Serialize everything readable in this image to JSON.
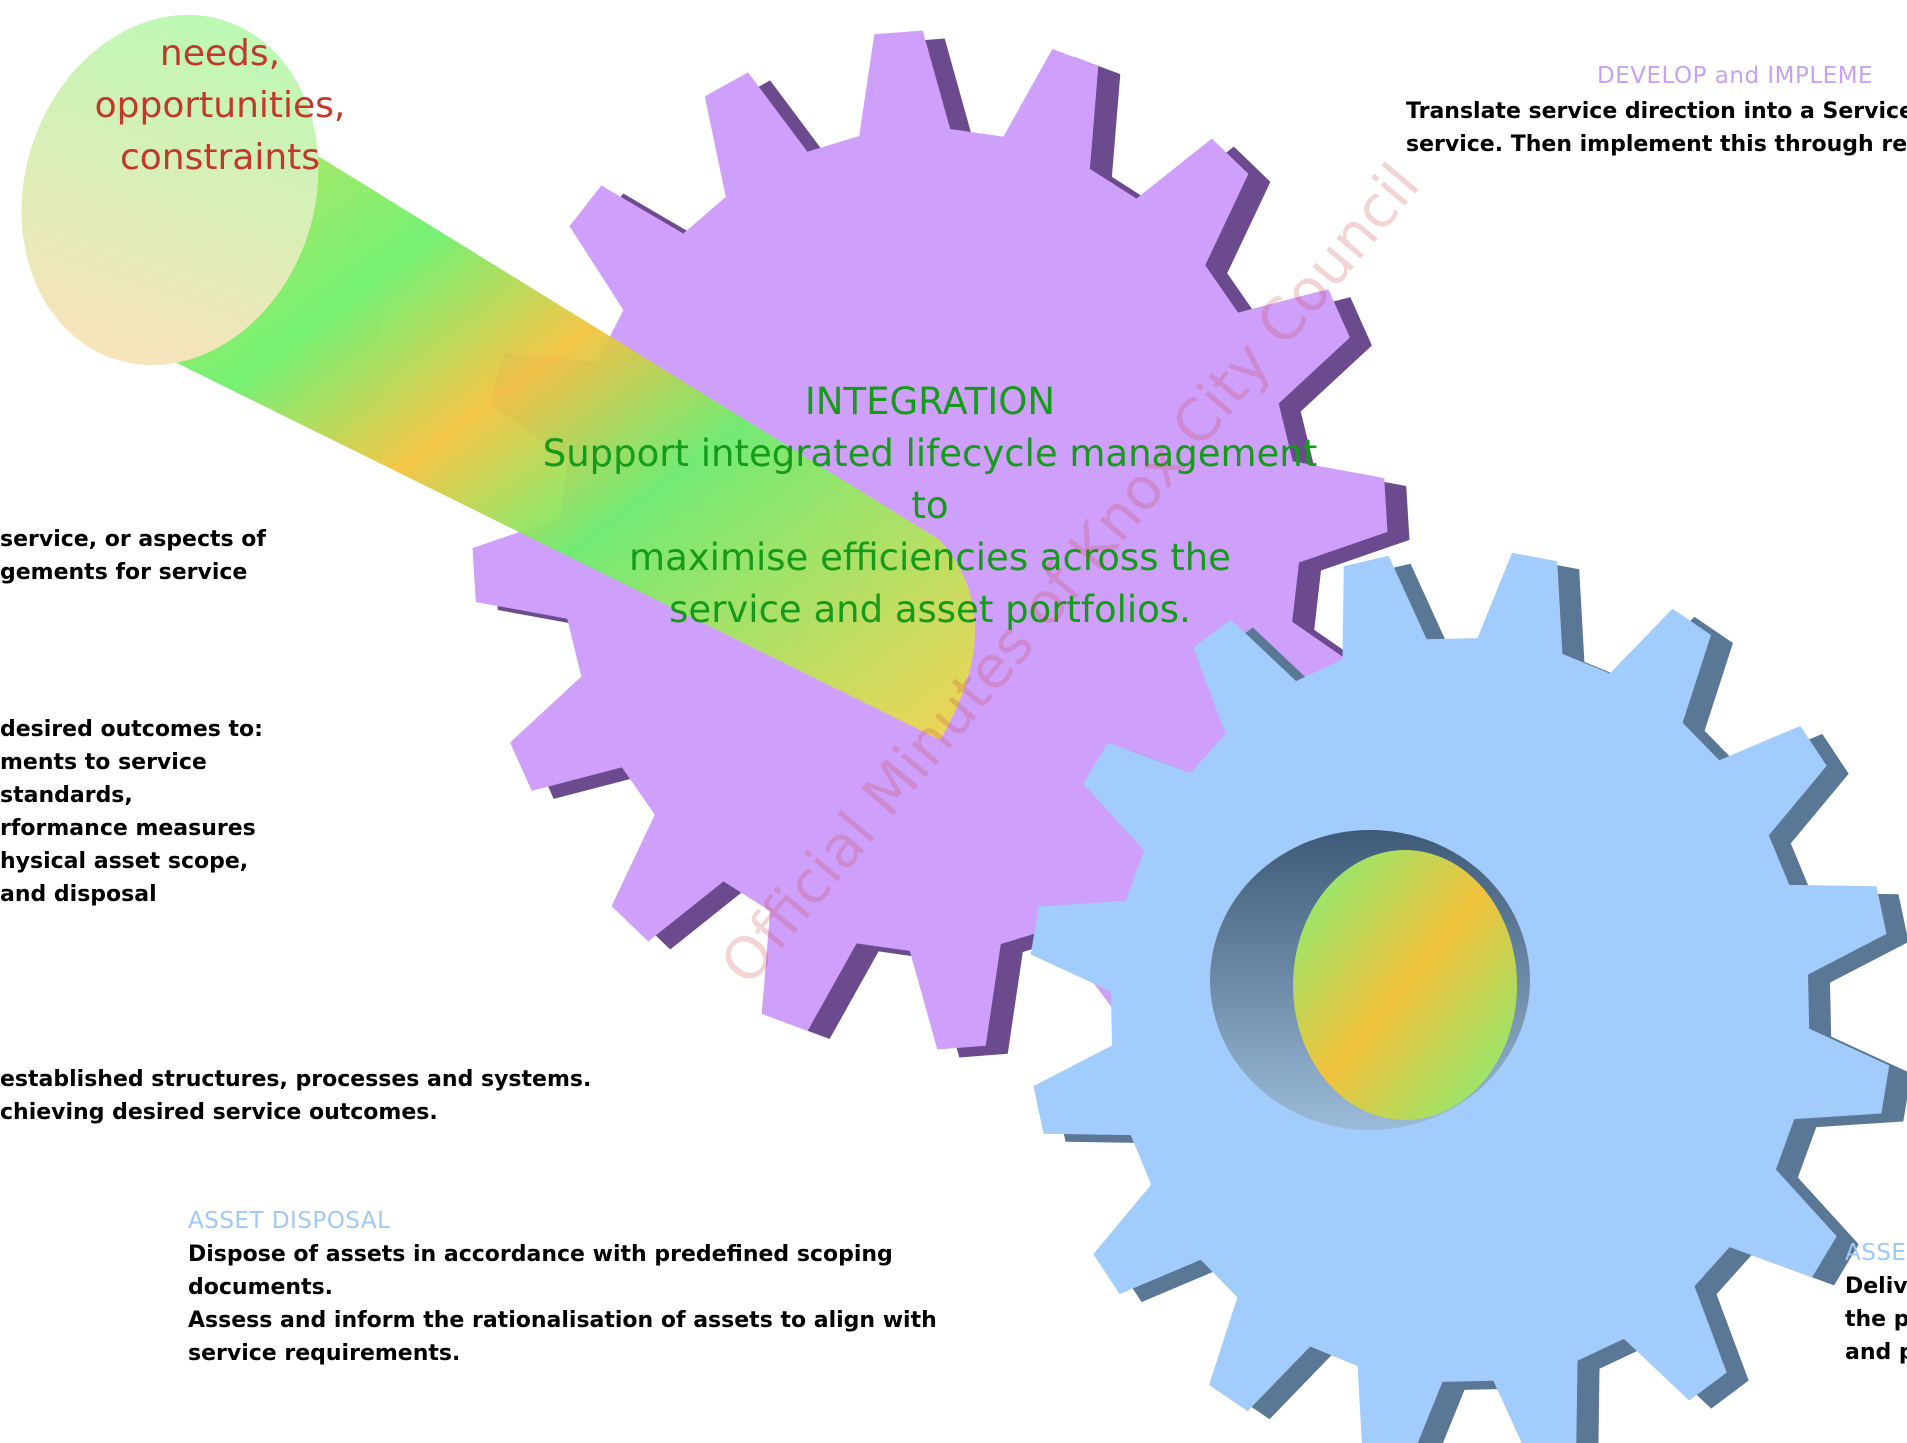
{
  "cylinder_text": [
    "needs,",
    "opportunities,",
    "constraints"
  ],
  "integration": {
    "title": "INTEGRATION",
    "lines": [
      "Support integrated lifecycle management to",
      "maximise efficiencies across the",
      "service and asset portfolios."
    ]
  },
  "develop": {
    "heading": "DEVELOP and IMPLEME",
    "lines": [
      "Translate service direction into a Service P",
      "service. Then implement this through relat"
    ]
  },
  "left_block_1": {
    "lines": [
      " service, or aspects of",
      "gements for service"
    ]
  },
  "left_block_2": {
    "lines": [
      "desired outcomes to:",
      "ments to service",
      " standards,",
      "rformance measures",
      "hysical asset scope,",
      " and disposal"
    ]
  },
  "left_block_3": {
    "lines": [
      "established structures, processes and systems.",
      "chieving desired service outcomes."
    ]
  },
  "asset_disposal": {
    "heading": "ASSET DISPOSAL",
    "lines": [
      "Dispose of assets in accordance with predefined scoping",
      "documents.",
      "Assess and inform the rationalisation of assets to align with",
      "service requirements."
    ]
  },
  "asset_right": {
    "heading": "ASSE",
    "lines": [
      "Delive",
      "the p",
      "and p"
    ]
  },
  "watermark": "Official Minutes of Knox City Council",
  "colors": {
    "purple_gear": "#cfa0fb",
    "purple_gear_shadow": "#6b4a8e",
    "blue_gear": "#a2ccfb",
    "blue_gear_shadow": "#5a7896",
    "purple_heading": "#c8a2f0",
    "blue_heading": "#9ec8f5",
    "integration_text": "#159a1a",
    "cylinder_text": "#c0392b"
  }
}
